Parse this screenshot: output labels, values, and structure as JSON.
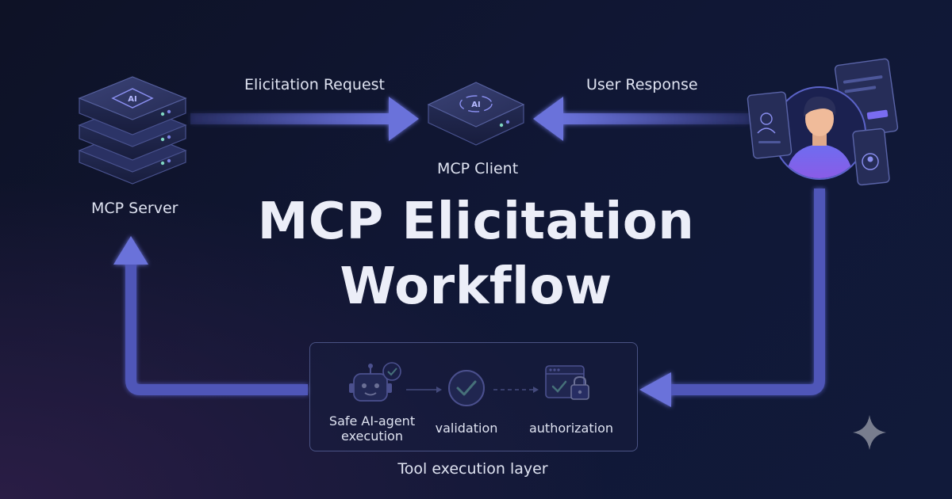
{
  "title_line1": "MCP Elicitation",
  "title_line2": "Workflow",
  "nodes": {
    "server": {
      "label": "MCP Server",
      "badge": "AI"
    },
    "client": {
      "label": "MCP Client",
      "badge": "AI"
    }
  },
  "edges": {
    "request": "Elicitation Request",
    "response": "User Response"
  },
  "tool_layer": {
    "caption": "Tool execution layer",
    "steps": [
      {
        "line1": "Safe AI-agent",
        "line2": "execution"
      },
      {
        "line1": "validation"
      },
      {
        "line1": "authorization"
      }
    ]
  },
  "colors": {
    "background": "#0f1430",
    "arrow": "#5b63c8",
    "node": "#2a3160",
    "accent": "#8a8ff0",
    "check": "#7fd6c2"
  }
}
